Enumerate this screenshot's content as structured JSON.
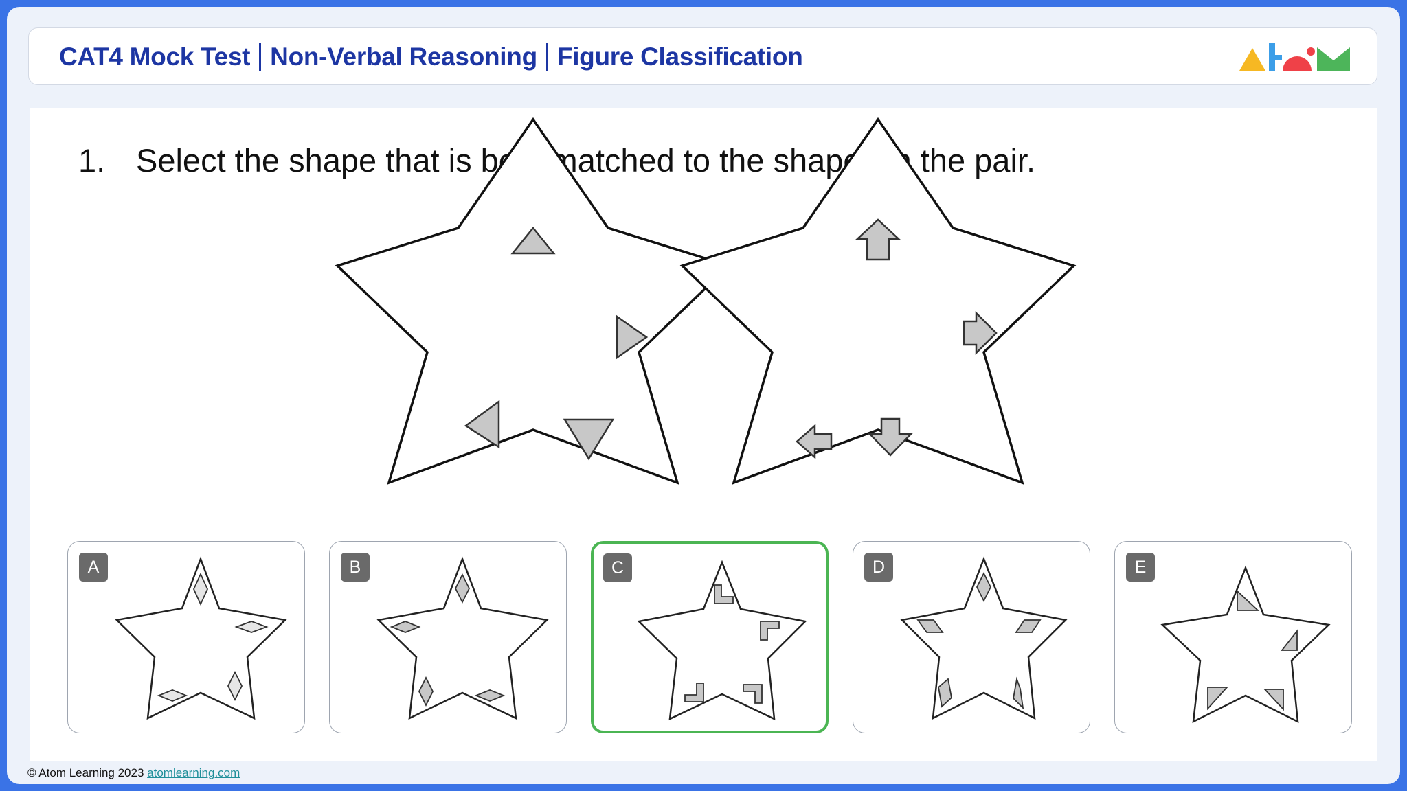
{
  "header": {
    "title_parts": [
      "CAT4 Mock Test",
      "Non-Verbal Reasoning",
      "Figure Classification"
    ],
    "logo": "atom-logo",
    "colors": {
      "title": "#1d36a3",
      "logo_triangle": "#f6b823",
      "logo_bar": "#3c9ee8",
      "logo_dome": "#ef4148",
      "logo_m": "#4db55a"
    }
  },
  "question": {
    "number": "1.",
    "text": "Select the shape that is best matched to the shapes in the pair."
  },
  "pair": [
    {
      "shape": "star",
      "inner": "triangles"
    },
    {
      "shape": "star",
      "inner": "arrows"
    }
  ],
  "options": [
    {
      "letter": "A",
      "inner": "diamonds",
      "selected": false
    },
    {
      "letter": "B",
      "inner": "diamonds",
      "selected": false
    },
    {
      "letter": "C",
      "inner": "corner-brackets",
      "selected": true
    },
    {
      "letter": "D",
      "inner": "parallelograms",
      "selected": false
    },
    {
      "letter": "E",
      "inner": "right-triangles",
      "selected": false
    }
  ],
  "selected_color": "#4bb553",
  "footer": {
    "copyright": "© Atom Learning 2023",
    "link": "atomlearning.com"
  }
}
